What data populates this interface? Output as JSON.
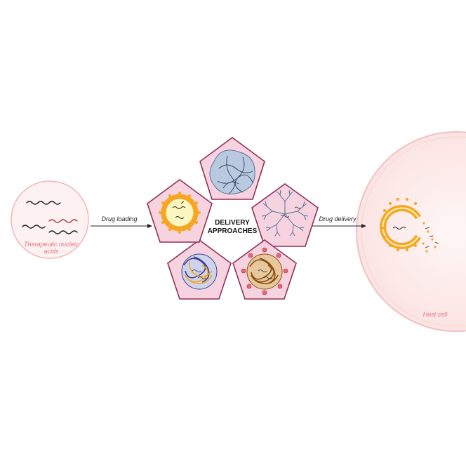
{
  "labels": {
    "source": "Therapeutic nucleic acids",
    "source_line1": "Therapeutic nucleic",
    "source_line2": "acids",
    "arrow_loading": "Drug loading",
    "center_line1": "DELIVERY",
    "center_line2": "APPROACHES",
    "arrow_delivery": "Drug delivery",
    "host": "Host cell"
  },
  "pentagons": [
    {
      "id": "hydrogel",
      "icon": "hydrogel-network-icon"
    },
    {
      "id": "dendrimer",
      "icon": "dendrimer-icon"
    },
    {
      "id": "coated-polyplex",
      "icon": "coated-polymer-nanoparticle-icon"
    },
    {
      "id": "polyplex",
      "icon": "polymer-nanoparticle-icon"
    },
    {
      "id": "liposome",
      "icon": "liposome-icon"
    }
  ],
  "colors": {
    "pentagon_fill": "#f7d3e0",
    "pentagon_stroke": "#8f2f57",
    "label_pink": "#e8707a",
    "circle_stroke": "#f3b4b7",
    "circle_fill": "#fdf0ef",
    "lipid_orange": "#f5a623",
    "core_yellow": "#fdf6c0"
  }
}
